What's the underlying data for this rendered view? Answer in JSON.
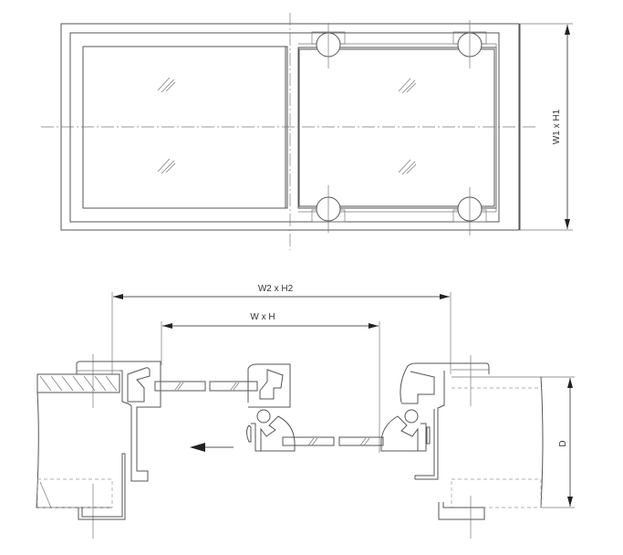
{
  "drawing": {
    "elevation_view": {
      "dimension_label": "W1 x H1",
      "panes": [
        "fixed-pane",
        "sliding-pane"
      ],
      "roller_count": 4
    },
    "section_view": {
      "outer_dimension_label": "W2 x H2",
      "inner_dimension_label": "W x H",
      "depth_label": "D",
      "direction_arrow": "slide-left"
    },
    "colors": {
      "line": "#555555",
      "background": "#ffffff"
    }
  }
}
